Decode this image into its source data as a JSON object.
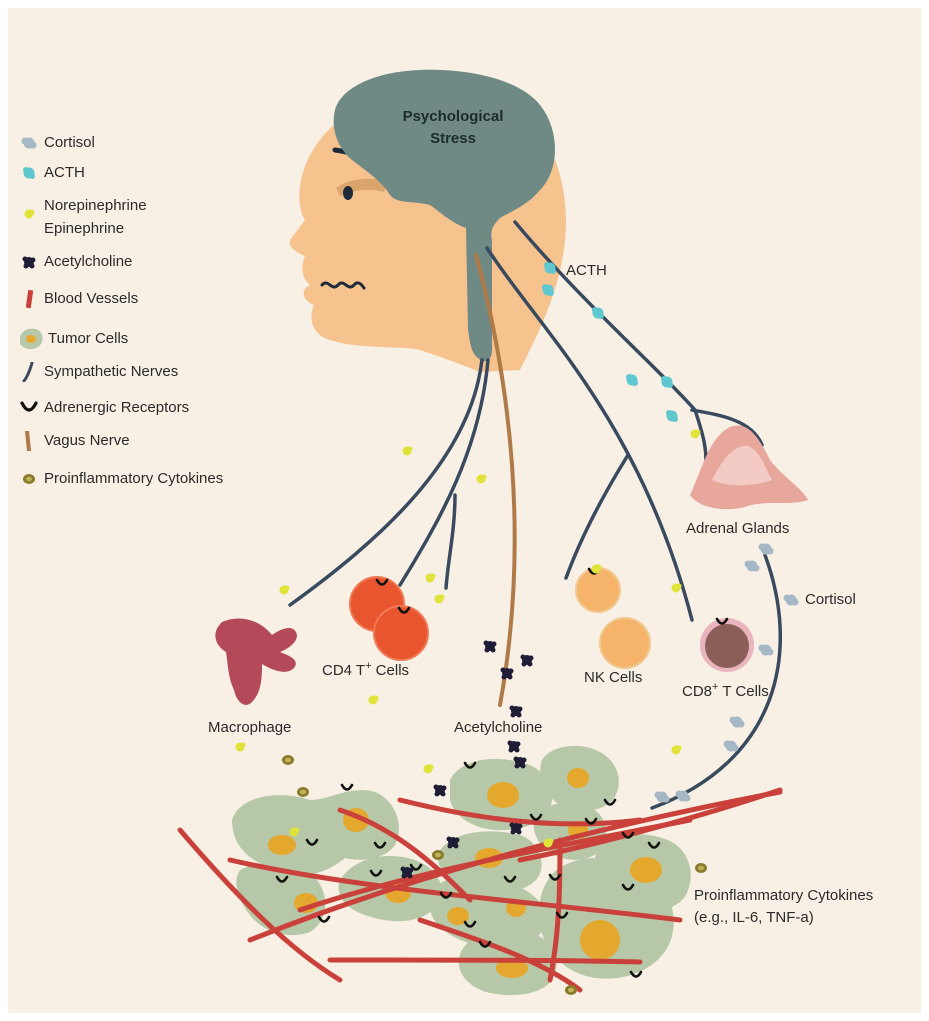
{
  "colors": {
    "background": "#f8f0e4",
    "skin": "#f6c38e",
    "brain": "#6f8a85",
    "nerve": "#3a4a5e",
    "vagus": "#b07a48",
    "vessel": "#c9413a",
    "tumor": "#b6c8a8",
    "nucleus": "#e5a82e",
    "cortisol": "#a6b8c6",
    "acth": "#5ec7cf",
    "norepinephrine": "#dfe33a",
    "acetylcholine": "#1f1d36",
    "cytokine": "#8a7b2c",
    "cd4_cell": "#e8552f",
    "nk_cell": "#f5b46a",
    "cd8_cell": "#8a5f58",
    "macrophage": "#b4495a",
    "adrenal": "#e8a79c"
  },
  "legend": {
    "items": [
      {
        "label": "Cortisol",
        "icon": "cortisol-icon"
      },
      {
        "label": "ACTH",
        "icon": "acth-icon"
      },
      {
        "label": "Norepinephrine",
        "label2": "Epinephrine",
        "icon": "norepinephrine-icon"
      },
      {
        "label": "Acetylcholine",
        "icon": "acetylcholine-icon"
      },
      {
        "label": "Blood Vessels",
        "icon": "blood-vessel-icon"
      },
      {
        "label": "Tumor Cells",
        "icon": "tumor-cell-icon"
      },
      {
        "label": "Sympathetic Nerves",
        "icon": "sympathetic-nerve-icon"
      },
      {
        "label": "Adrenergic Receptors",
        "icon": "adrenergic-receptor-icon"
      },
      {
        "label": "Vagus Nerve",
        "icon": "vagus-nerve-icon"
      },
      {
        "label": "Proinflammatory Cytokines",
        "icon": "cytokine-icon"
      }
    ]
  },
  "labels": {
    "brain_line1": "Psychological",
    "brain_line2": "Stress",
    "acth": "ACTH",
    "adrenal": "Adrenal Glands",
    "cortisol": "Cortisol",
    "cd4_prefix": "CD4 T",
    "cd4_sup": "+",
    "cd4_suffix": " Cells",
    "nk": "NK Cells",
    "cd8_prefix": "CD8",
    "cd8_sup": "+",
    "cd8_suffix": " T Cells",
    "macrophage": "Macrophage",
    "acetylcholine": "Acetylcholine",
    "cytokines_line1": "Proinflammatory Cytokines",
    "cytokines_line2": "(e.g., IL-6, TNF-a)"
  }
}
